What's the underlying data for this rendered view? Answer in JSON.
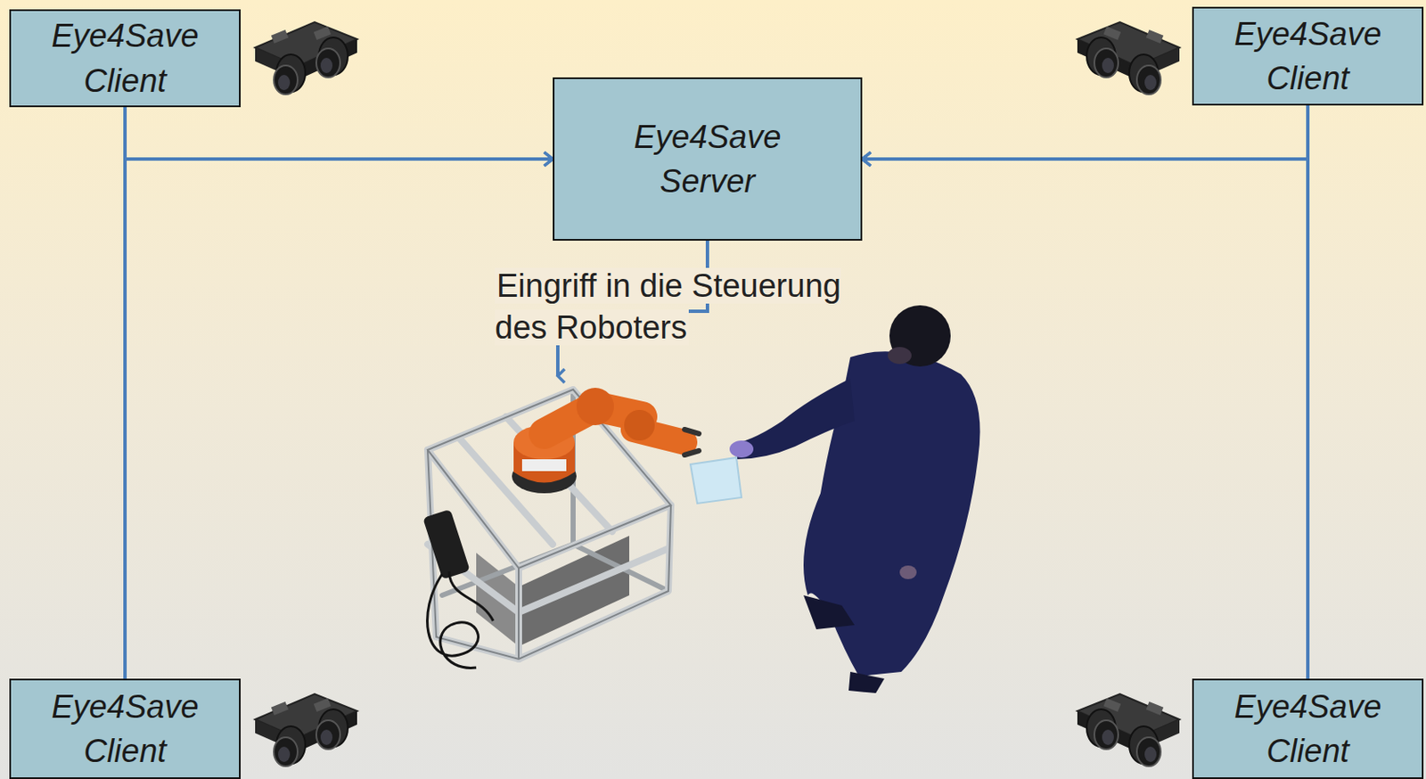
{
  "diagram": {
    "nodes": [
      {
        "text": [
          "Eye4Save Client"
        ]
      },
      {
        "text": [
          "Eye4Save Client"
        ]
      },
      {
        "text": [
          "Eye4Save Server"
        ]
      },
      {
        "text": [
          "Eye4Save Client"
        ]
      },
      {
        "text": [
          "Eye4Save Client"
        ]
      }
    ],
    "edges": [
      {
        "from": 0,
        "to": 2,
        "arrow": "to"
      },
      {
        "from": 3,
        "to": 2,
        "arrow": "to"
      },
      {
        "from": 1,
        "to": 2,
        "arrow": "to"
      },
      {
        "from": 4,
        "to": 2,
        "arrow": "to"
      }
    ],
    "labels": [
      "Eingriff in die Steuerung des Roboters"
    ]
  }
}
